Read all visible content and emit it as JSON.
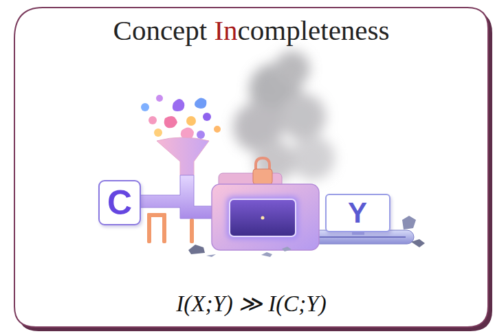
{
  "diagram": {
    "title": "Concept Incompleteness",
    "nodes": [
      {
        "text": [
          "C"
        ]
      },
      {
        "text": [
          "Y"
        ]
      }
    ],
    "labels": [
      "I(X;Y) ≫ I(C;Y)"
    ]
  }
}
